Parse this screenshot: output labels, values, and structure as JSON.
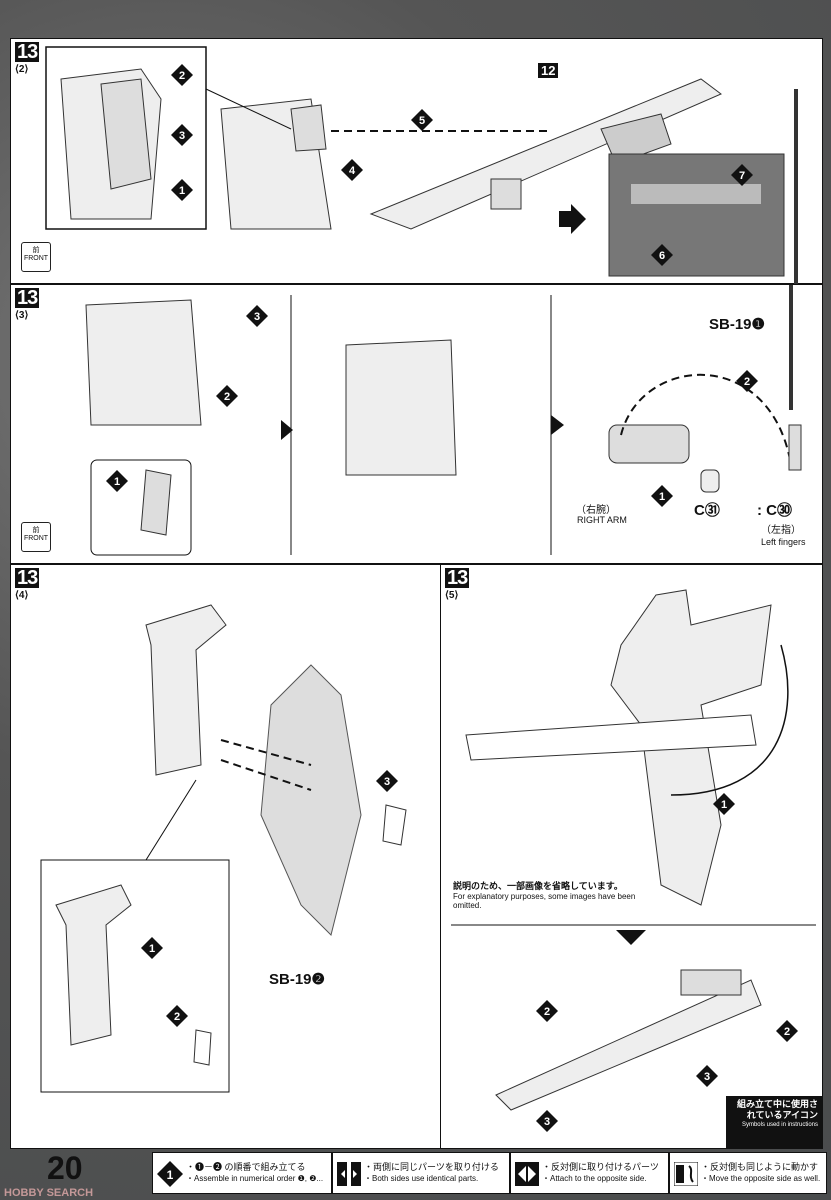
{
  "page_number": "20",
  "steps": {
    "s2": {
      "num": "13",
      "sub": "⟨2⟩",
      "part": "12",
      "front_jp": "前",
      "front_en": "FRONT",
      "markers": [
        "2",
        "3",
        "1",
        "5",
        "4",
        "7",
        "6"
      ]
    },
    "s3": {
      "num": "13",
      "sub": "⟨3⟩",
      "front_jp": "前",
      "front_en": "FRONT",
      "markers": [
        "3",
        "2",
        "1",
        "2",
        "1"
      ],
      "part_sb": "SB-19❶",
      "right_arm_jp": "（右腕）",
      "right_arm_en": "RIGHT ARM",
      "c31": "C㉛",
      "colon_c30": ": C㉚",
      "left_fingers_jp": "（左指）",
      "left_fingers_en": "Left fingers"
    },
    "s4": {
      "num": "13",
      "sub": "⟨4⟩",
      "part_sb": "SB-19❷",
      "markers": [
        "3",
        "1",
        "2"
      ]
    },
    "s5": {
      "num": "13",
      "sub": "⟨5⟩",
      "note_jp": "説明のため、一部画像を省略しています。",
      "note_en": "For explanatory purposes, some images have been omitted.",
      "markers": [
        "1",
        "2",
        "2",
        "3",
        "3"
      ]
    }
  },
  "symbols_box": {
    "jp": "組み立て中に使用されているアイコン",
    "en": "Symbols used in instructions"
  },
  "legend": [
    {
      "icon": "numbered-diamond-icon",
      "jp": "・❶－❷ の順番で組み立てる",
      "en": "・Assemble in numerical order ❶, ❷..."
    },
    {
      "icon": "identical-parts-icon",
      "jp": "・両側に同じパーツを取り付ける",
      "en": "・Both sides use identical parts."
    },
    {
      "icon": "opposite-side-icon",
      "jp": "・反対側に取り付けるパーツ",
      "en": "・Attach to the opposite side."
    },
    {
      "icon": "move-opposite-icon",
      "jp": "・反対側も同じように動かす",
      "en": "・Move the opposite side as well."
    }
  ],
  "watermark": "HOBBY SEARCH"
}
